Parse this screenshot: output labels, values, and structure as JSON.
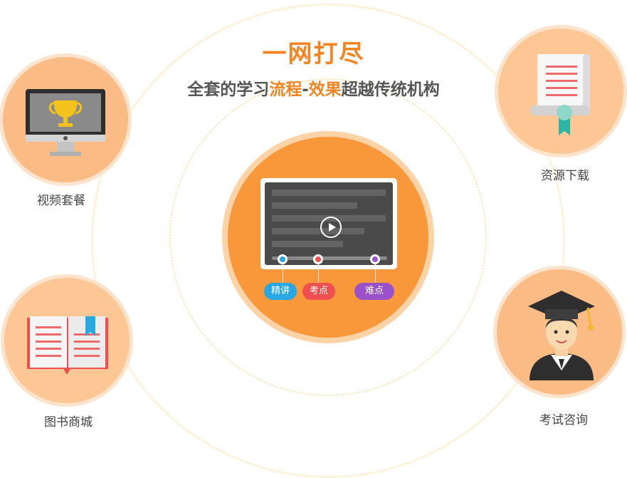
{
  "header": {
    "title": "一网打尽",
    "subtitle_parts": [
      "全套的学习",
      "流程",
      "-",
      "效果",
      "超越传统机构"
    ]
  },
  "center": {
    "tags": [
      "精讲",
      "考点",
      "难点"
    ]
  },
  "features": [
    {
      "label": "视频套餐",
      "icon": "monitor-trophy-icon"
    },
    {
      "label": "资源下载",
      "icon": "certificate-scroll-icon"
    },
    {
      "label": "图书商城",
      "icon": "open-book-icon"
    },
    {
      "label": "考试咨询",
      "icon": "graduate-student-icon"
    }
  ],
  "colors": {
    "accent": "#f6831f",
    "circle": "#f9983a",
    "satellite": "#fbbb84",
    "tag_blue": "#27a7e3",
    "tag_red": "#ef4f4f",
    "tag_purple": "#9a51c9"
  }
}
